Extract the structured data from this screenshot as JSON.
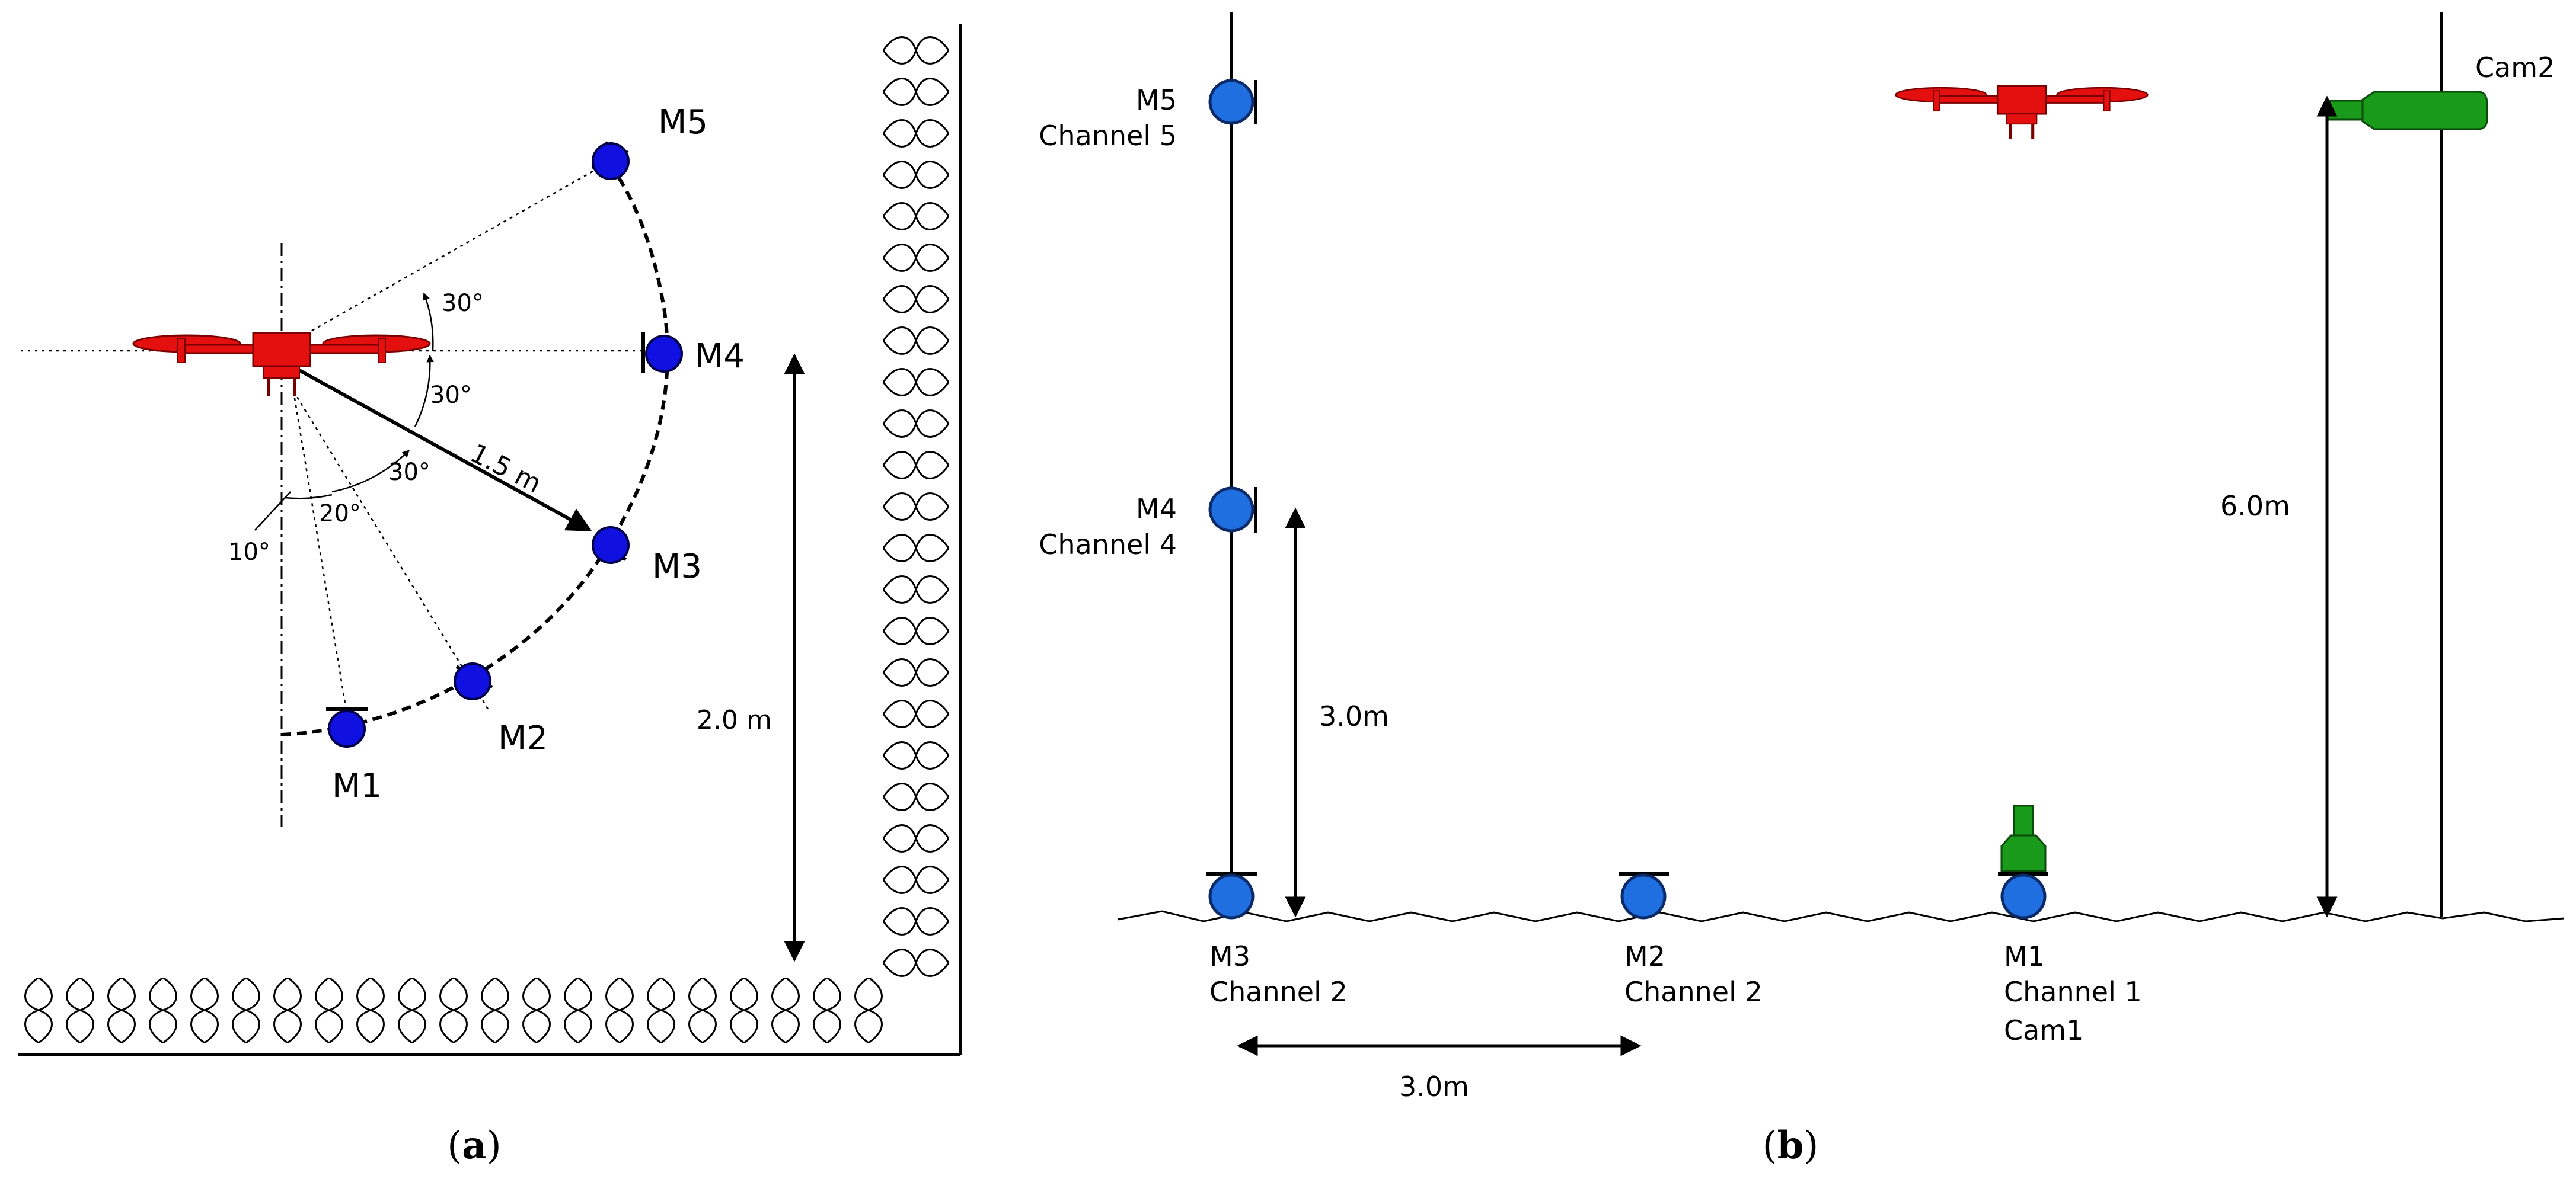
{
  "panel_a": {
    "caption": "(a)",
    "caption_letter": "a",
    "mics": [
      "M1",
      "M2",
      "M3",
      "M4",
      "M5"
    ],
    "angles": [
      "30°",
      "30°",
      "30°",
      "20°",
      "10°"
    ],
    "radius_label": "1.5 m",
    "height_label": "2.0 m"
  },
  "panel_b": {
    "caption": "(b)",
    "caption_letter": "b",
    "m5_name": "M5",
    "m5_channel": "Channel 5",
    "m4_name": "M4",
    "m4_channel": "Channel 4",
    "m3_name": "M3",
    "m3_channel": "Channel 2",
    "m2_name": "M2",
    "m2_channel": "Channel 2",
    "m1_name": "M1",
    "m1_channel": "Channel 1",
    "cam1_label": "Cam1",
    "cam2_label": "Cam2",
    "vertical_label_3m": "3.0m",
    "horizontal_label_3m": "3.0m",
    "vertical_label_6m": "6.0m"
  },
  "colors": {
    "mic": "#1010e0",
    "mic_b": "#1f6fe0",
    "drone": "#e41010",
    "camera": "#1a9a1a"
  }
}
